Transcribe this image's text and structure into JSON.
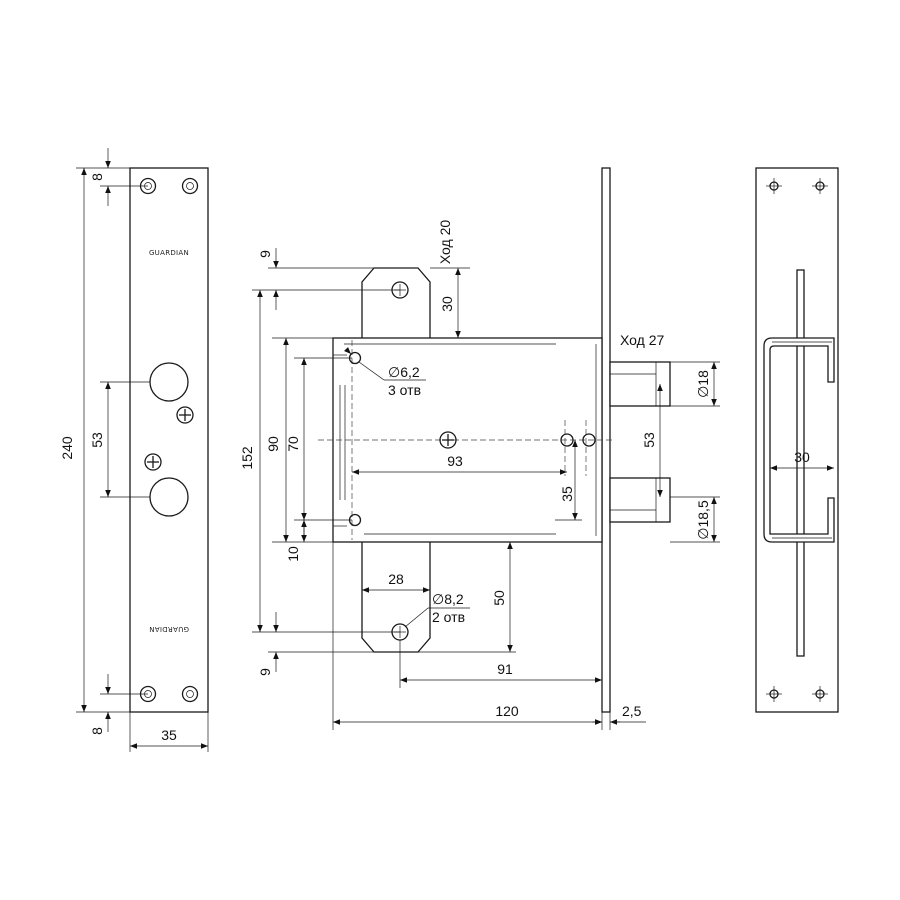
{
  "brand": "GUARDIAN",
  "faceplate": {
    "height_total": "240",
    "margin_top": "8",
    "margin_bottom": "8",
    "cylinder_spacing": "53",
    "width": "35"
  },
  "lock_body": {
    "hook_spacing": "152",
    "hook_margin_top": "9",
    "hook_margin_bottom": "9",
    "hook_top_offset": "30",
    "hook_bottom_offset": "50",
    "hook_width": "28",
    "bolt_hole": "∅8,2",
    "bolt_hole_count": "2 отв",
    "mount_hole": "∅6,2",
    "mount_hole_count": "3 отв",
    "height_outer": "90",
    "height_inner": "70",
    "bottom_gap": "10",
    "spindle_spacing": "93",
    "spindle_offset": "35",
    "hook_to_front": "91",
    "body_length": "120",
    "plate_thickness": "2,5",
    "hook_travel": "Ход 20",
    "bolt_travel": "Ход 27",
    "bolt_spacing": "53",
    "bolt_diameter_top": "∅18",
    "bolt_diameter_bottom": "∅18,5"
  },
  "strike_plate": {
    "box_width": "30"
  }
}
